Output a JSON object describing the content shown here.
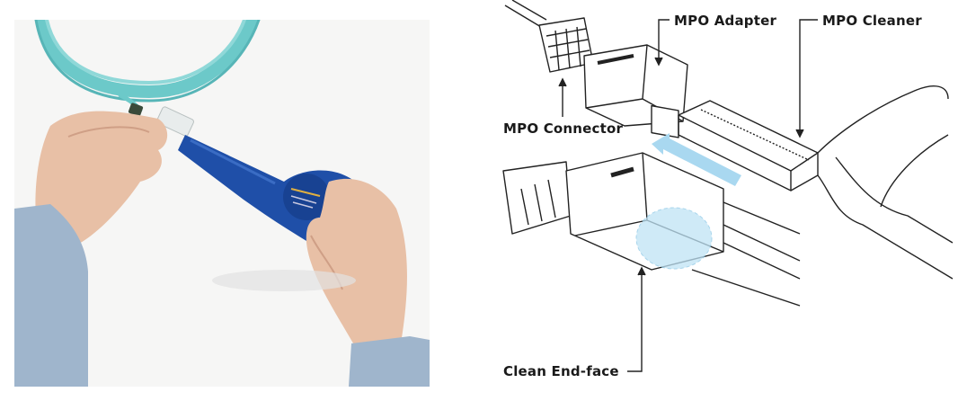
{
  "photo": {
    "description": "Hands using a blue fiber optic one-click cleaner on an aqua fiber cable connector",
    "cable_color": "#6cc9c9",
    "cleaner_color": "#1f4fa8",
    "background_color": "#f5f5f4",
    "sleeve_color": "#9fb5cc"
  },
  "diagram": {
    "labels": {
      "mpo_adapter": "MPO Adapter",
      "mpo_cleaner": "MPO Cleaner",
      "mpo_connector": "MPO Connector",
      "clean_end_face": "Clean End-face"
    },
    "arrow_color": "#a9d8f0",
    "highlight_color": "#bfe3f5",
    "line_color": "#222222"
  }
}
